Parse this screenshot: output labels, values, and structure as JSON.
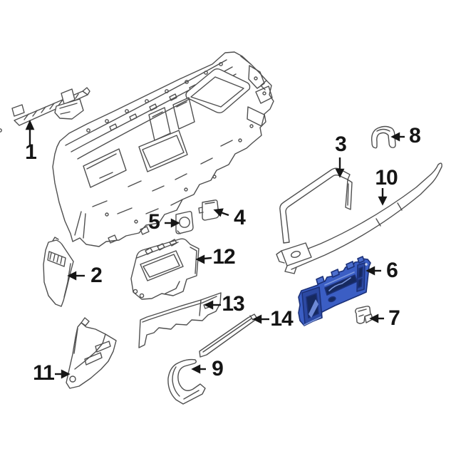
{
  "diagram": {
    "background_color": "#ffffff",
    "line_color": "#4f4f4f",
    "highlight_color": "#3b5ec4",
    "highlight_dark": "#1c3178",
    "callouts": [
      {
        "id": 1,
        "label": "1"
      },
      {
        "id": 2,
        "label": "2"
      },
      {
        "id": 3,
        "label": "3"
      },
      {
        "id": 4,
        "label": "4"
      },
      {
        "id": 5,
        "label": "5"
      },
      {
        "id": 6,
        "label": "6"
      },
      {
        "id": 7,
        "label": "7"
      },
      {
        "id": 8,
        "label": "8"
      },
      {
        "id": 9,
        "label": "9"
      },
      {
        "id": 10,
        "label": "10"
      },
      {
        "id": 11,
        "label": "11"
      },
      {
        "id": 12,
        "label": "12"
      },
      {
        "id": 13,
        "label": "13"
      },
      {
        "id": 14,
        "label": "14"
      }
    ]
  }
}
